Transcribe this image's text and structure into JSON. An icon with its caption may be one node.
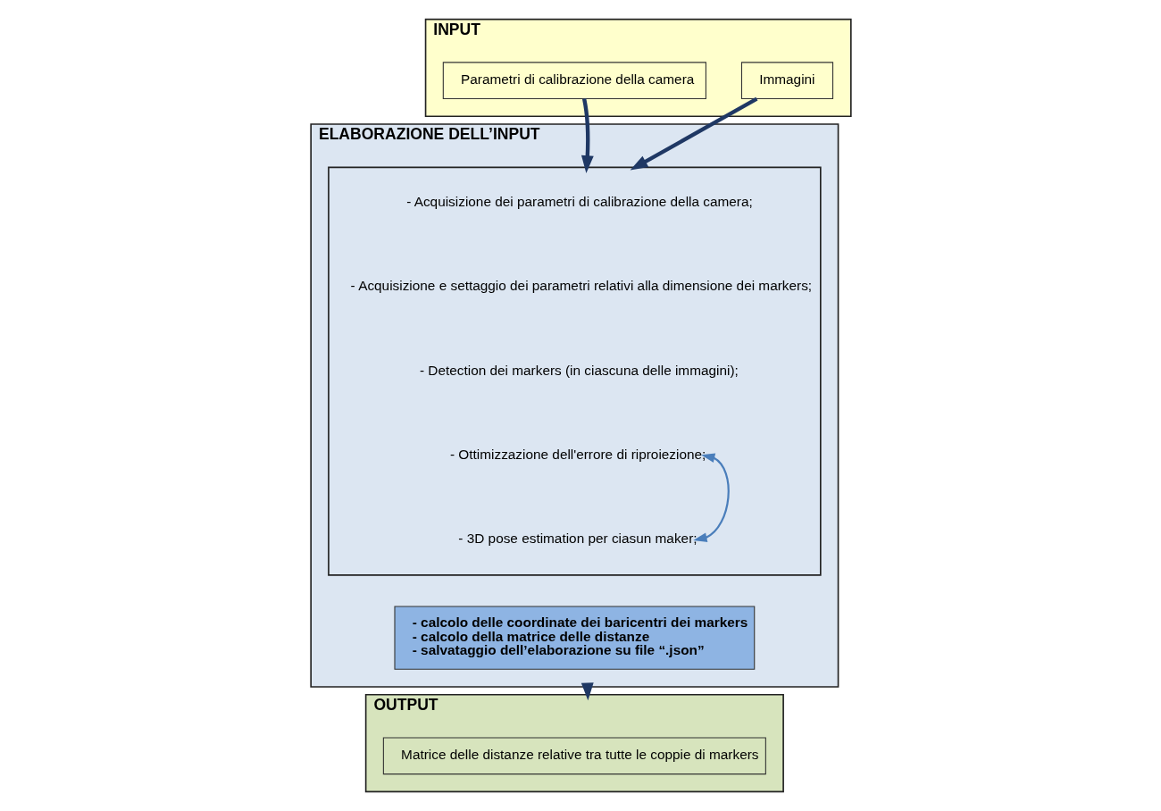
{
  "diagram": {
    "nodes": [
      {
        "text": [
          "INPUT"
        ]
      },
      {
        "text": [
          "Immagini"
        ],
        "in": 0
      },
      {
        "text": [
          "Parametri di calibrazione della camera"
        ],
        "in": 0
      },
      {
        "text": [
          "ELABORAZIONE DELL’INPUT"
        ]
      },
      {
        "text": [],
        "shape": "box",
        "in": 3
      },
      {
        "text": [
          "- Acquisizione dei parametri di calibrazione della camera;"
        ],
        "in": 4
      },
      {
        "text": [
          "- Acquisizione e settaggio dei parametri relativi alla dimensione dei markers;"
        ],
        "in": 4
      },
      {
        "text": [
          "- Detection dei markers (in ciascuna delle immagini);"
        ],
        "in": 4
      },
      {
        "text": [
          "- Ottimizzazione dell'errore di riproiezione;"
        ],
        "in": 4
      },
      {
        "text": [
          "- 3D pose estimation per ciasun maker;"
        ],
        "in": 4
      },
      {
        "text": [
          "- calcolo delle coordinate dei baricentri dei markers",
          "- calcolo della matrice delle distanze",
          "- salvataggio dell’elaborazione su file “.json”"
        ],
        "in": 3
      },
      {
        "text": [
          "OUTPUT"
        ]
      },
      {
        "text": [
          "Matrice delle distanze relative tra tutte le coppie di markers"
        ],
        "in": 11
      }
    ],
    "edges": [
      {
        "from": 1,
        "to": 4,
        "arrow": "to"
      },
      {
        "from": 2,
        "to": 4,
        "arrow": "to"
      },
      {
        "from": 8,
        "to": 9,
        "arrow": "both",
        "color": "#4a7ebb"
      },
      {
        "from": 3,
        "to": 11,
        "arrow": "to"
      }
    ]
  }
}
